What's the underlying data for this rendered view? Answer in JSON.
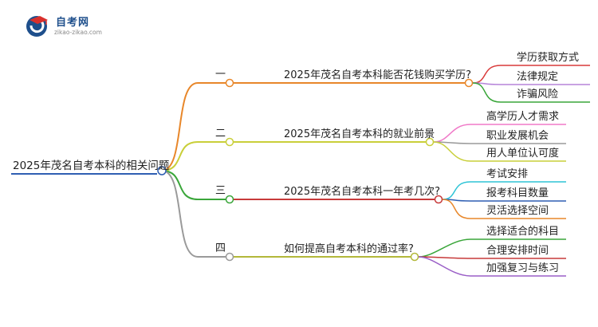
{
  "logo": {
    "title": "自考网",
    "subtitle": "zikao-zikao.com",
    "icon": "graduation-cap-icon",
    "colors": {
      "blue": "#1e4f8c",
      "red": "#d9302c"
    }
  },
  "root": {
    "label": "2025年茂名自考本科的相关问题"
  },
  "branches": [
    {
      "num": "一",
      "label": "2025年茂名自考本科能否花钱购买学历?",
      "color": "#e8872a",
      "leaves": [
        {
          "label": "学历获取方式",
          "color": "#d93a3a"
        },
        {
          "label": "法律规定",
          "color": "#b583d9"
        },
        {
          "label": "诈骗风险",
          "color": "#3aa63a"
        }
      ]
    },
    {
      "num": "二",
      "label": "2025年茂名自考本科的就业前景",
      "color": "#c9cf3a",
      "leaves": [
        {
          "label": "高学历人才需求",
          "color": "#f07ac8"
        },
        {
          "label": "职业发展机会",
          "color": "#9a9a9a"
        },
        {
          "label": "用人单位认可度",
          "color": "#c9cf3a"
        }
      ]
    },
    {
      "num": "三",
      "label": "2025年茂名自考本科一年考几次?",
      "color": "#c73a3a",
      "leaves": [
        {
          "label": "考试安排",
          "color": "#2ec4d6"
        },
        {
          "label": "报考科目数量",
          "color": "#2f5fb3"
        },
        {
          "label": "灵活选择空间",
          "color": "#e8872a"
        }
      ]
    },
    {
      "num": "四",
      "label": "如何提高自考本科的通过率?",
      "color": "#b3b83a",
      "leaves": [
        {
          "label": "选择适合的科目",
          "color": "#3aa63a"
        },
        {
          "label": "合理安排时间",
          "color": "#c73a3a"
        },
        {
          "label": "加强复习与练习",
          "color": "#9a5fc7"
        }
      ]
    }
  ],
  "branch_trunk_colors": [
    "#e8872a",
    "#c9cf3a",
    "#3aa63a",
    "#9a9a9a"
  ],
  "root_color": "#2f5fb3"
}
